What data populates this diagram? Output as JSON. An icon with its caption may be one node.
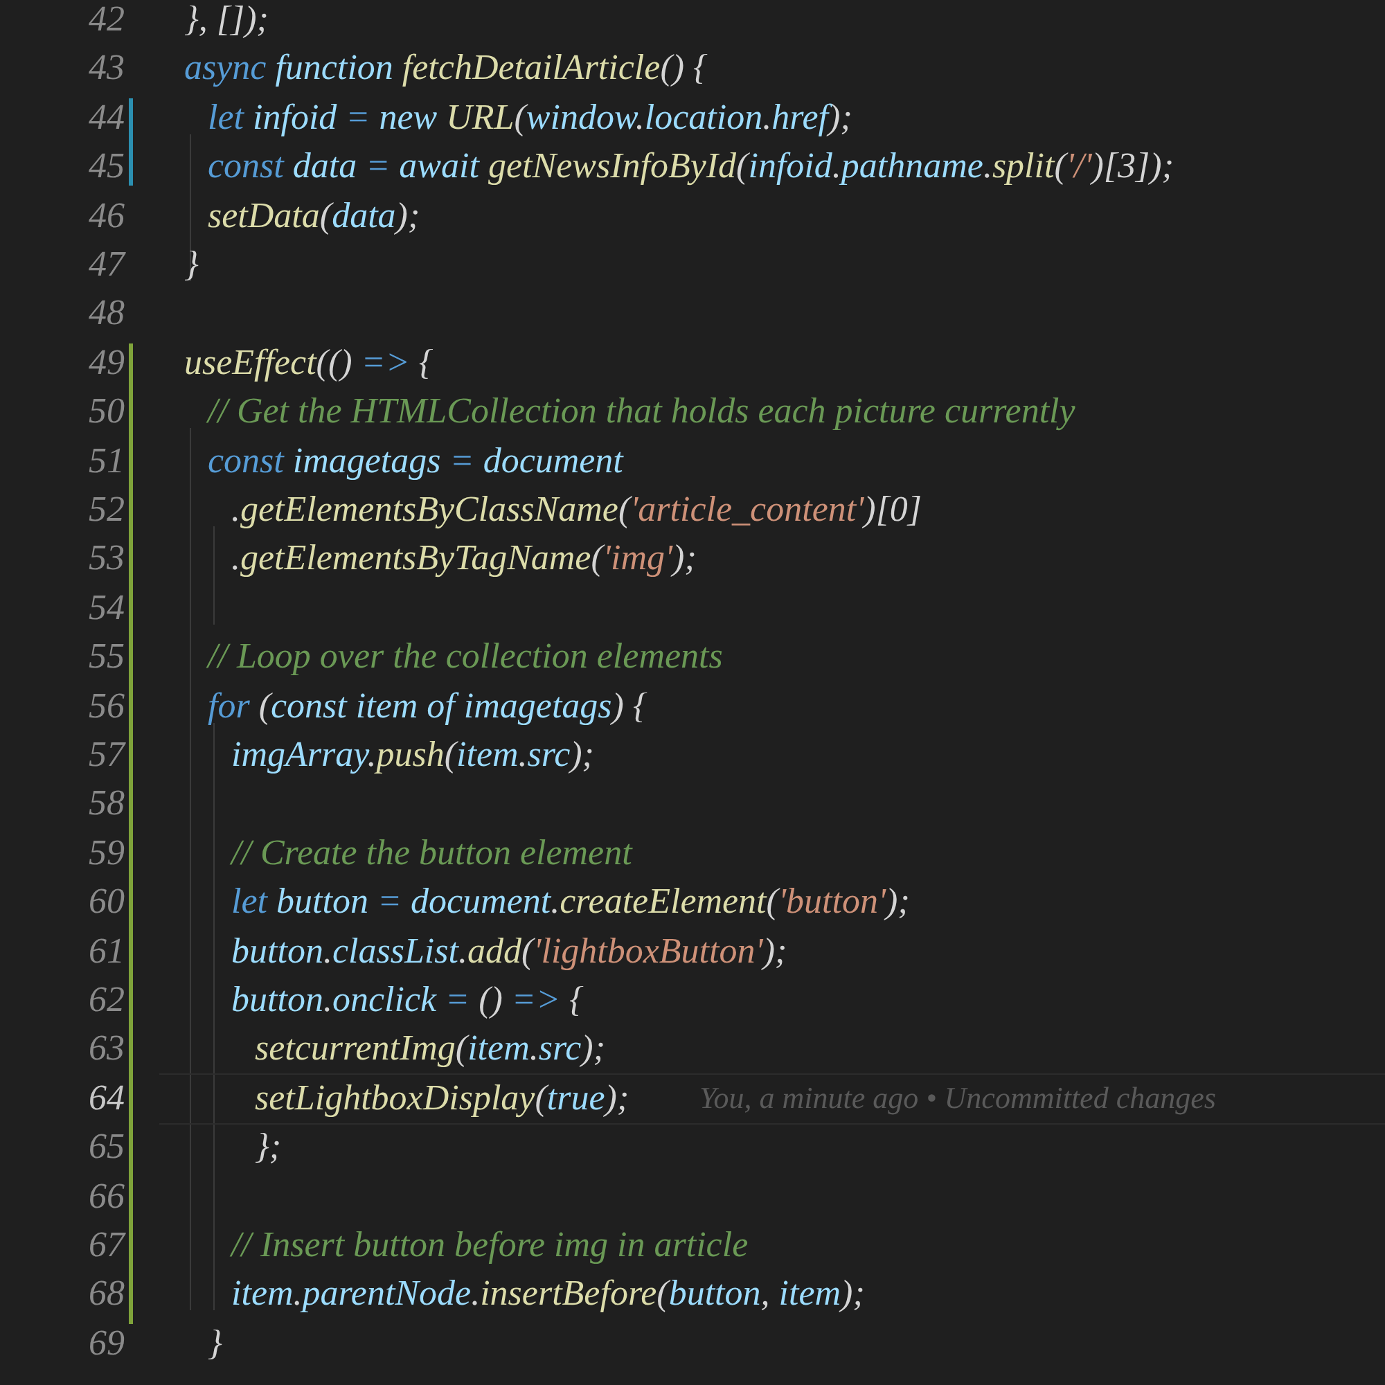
{
  "diagram": {
    "labels": [
      "42",
      "}, []);",
      "43",
      "async function fetchDetailArticle() {",
      "44",
      "let infoid = new URL(window.location.href);",
      "45",
      "const data = await getNewsInfoById(infoid.pathname.split('/')[3]);",
      "46",
      "setData(data);",
      "47",
      "}",
      "48",
      "49",
      "useEffect(() => {",
      "50",
      "// Get the HTMLCollection that holds each picture currently",
      "51",
      "const imagetags = document",
      "52",
      ".getElementsByClassName('article_content')[0]",
      "53",
      ".getElementsByTagName('img');",
      "54",
      "55",
      "// Loop over the collection elements",
      "56",
      "for (const item of imagetags) {",
      "57",
      "imgArray.push(item.src);",
      "58",
      "59",
      "// Create the button element",
      "60",
      "let button = document.createElement('button');",
      "61",
      "button.classList.add('lightboxButton');",
      "62",
      "button.onclick = () => {",
      "63",
      "setcurrentImg(item.src);",
      "64",
      "setLightboxDisplay(true);",
      "You, a minute ago • Uncommitted changes",
      "65",
      "};",
      "66",
      "67",
      "// Insert button before img in article",
      "68",
      "item.parentNode.insertBefore(button, item);",
      "69",
      "}"
    ]
  }
}
